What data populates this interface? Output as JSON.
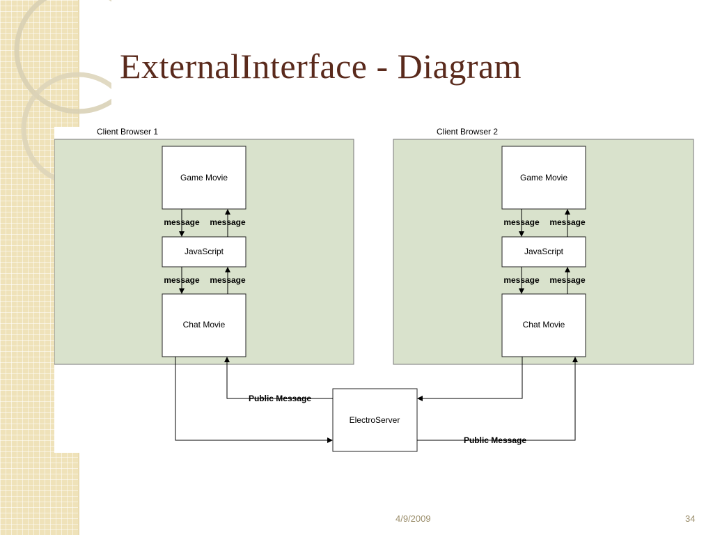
{
  "slide": {
    "title": "ExternalInterface - Diagram",
    "date": "4/9/2009",
    "page_number": "34"
  },
  "diagram": {
    "browsers": [
      {
        "label": "Client Browser 1",
        "game_movie": "Game Movie",
        "javascript": "JavaScript",
        "chat_movie": "Chat Movie",
        "message_labels": [
          "message",
          "message",
          "message",
          "message"
        ]
      },
      {
        "label": "Client Browser 2",
        "game_movie": "Game Movie",
        "javascript": "JavaScript",
        "chat_movie": "Chat Movie",
        "message_labels": [
          "message",
          "message",
          "message",
          "message"
        ]
      }
    ],
    "server": "ElectroServer",
    "public_message_labels": [
      "Public Message",
      "Public Message"
    ]
  },
  "colors": {
    "title": "#5a2a1c",
    "browser_fill": "#d9e2cc",
    "sidebar": "#efe2b9"
  }
}
